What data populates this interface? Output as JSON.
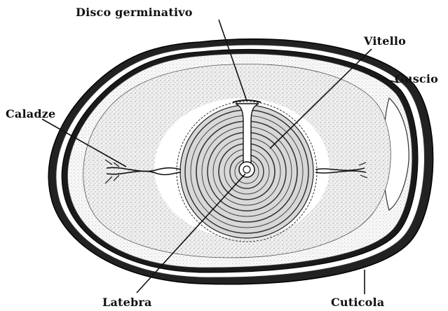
{
  "labels": {
    "disco": "Disco germinativo",
    "vitello": "Vitello",
    "guscio": "Guscio",
    "caladze": "Caladze",
    "latebra": "Latebra",
    "cuticola": "Cuticola"
  },
  "colors": {
    "ink": "#111111",
    "albumen_fill": "#eeeeee",
    "thin_albumen": "#ffffff",
    "yolk": "#dddddd",
    "background": "#ffffff"
  }
}
